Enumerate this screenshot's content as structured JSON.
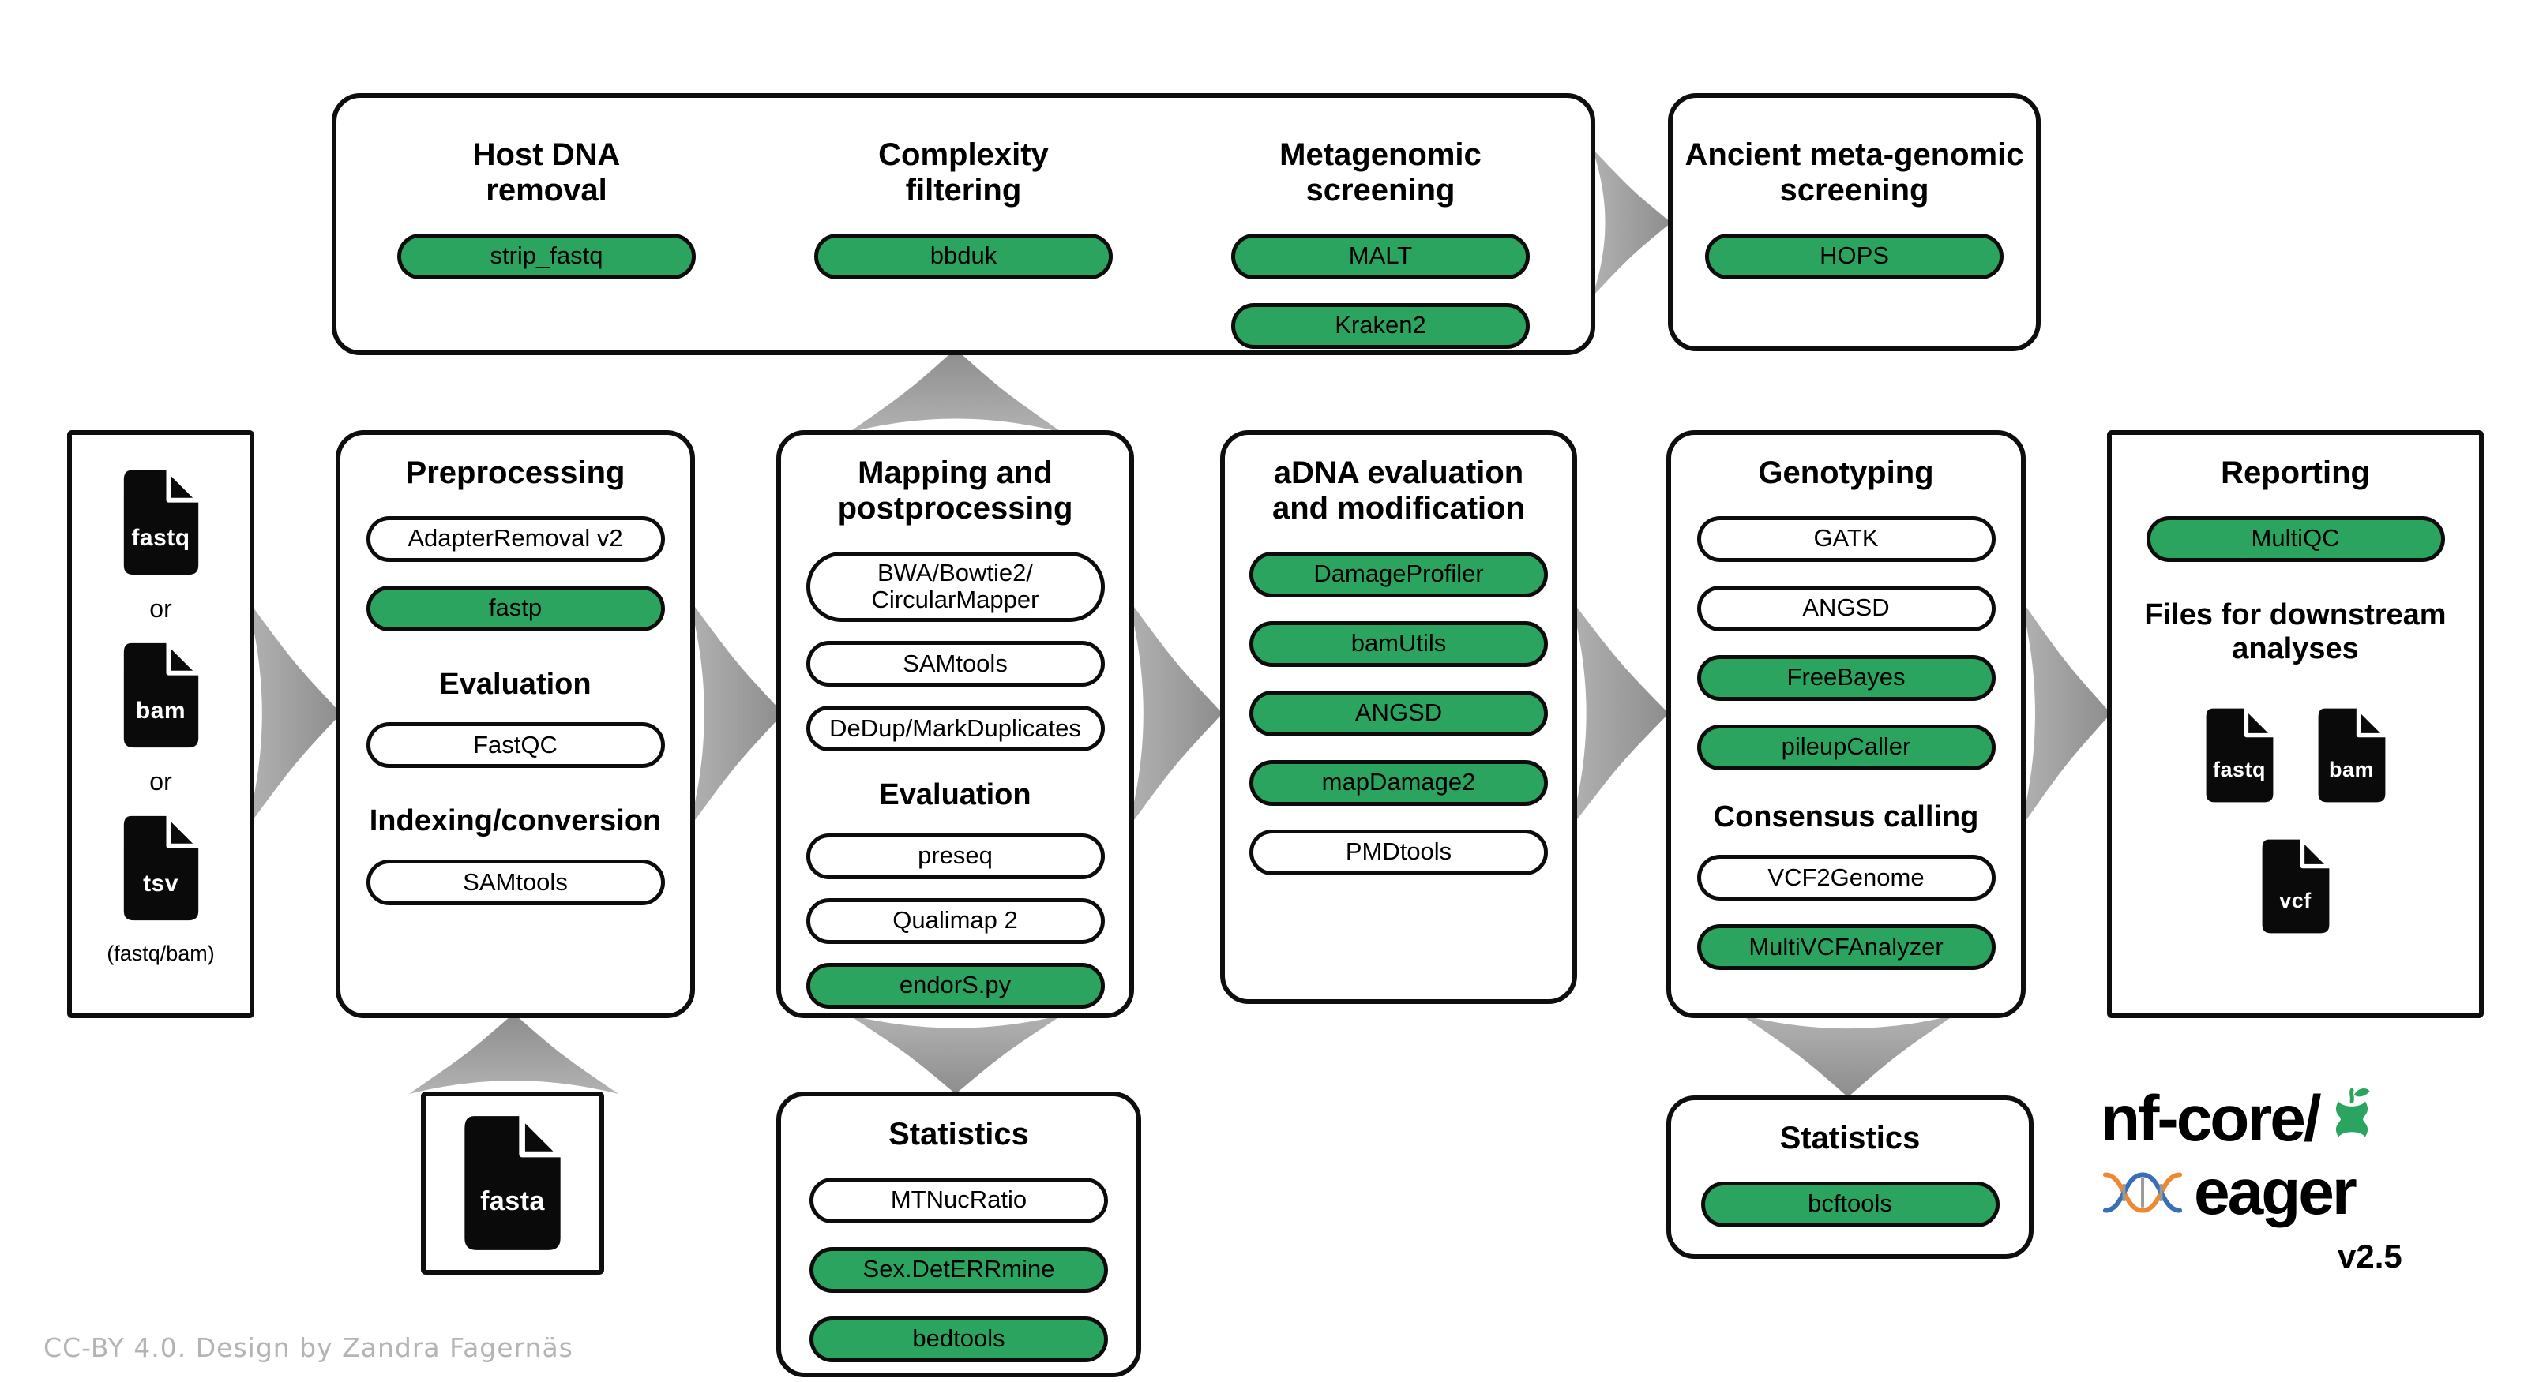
{
  "colors": {
    "green": "#2AA45F",
    "arrow_base": "#ABABAB",
    "arrow_tip": "#8E8E8E",
    "box_border": "#0E0E0E"
  },
  "credit": "CC-BY 4.0. Design by Zandra Fagernäs",
  "screening": {
    "host_dna": {
      "title": "Host DNA removal",
      "tools": [
        {
          "label": "strip_fastq",
          "style": "green"
        }
      ]
    },
    "complexity": {
      "title": "Complexity filtering",
      "tools": [
        {
          "label": "bbduk",
          "style": "green"
        }
      ]
    },
    "metagenomic": {
      "title": "Metagenomic screening",
      "tools": [
        {
          "label": "MALT",
          "style": "green"
        },
        {
          "label": "Kraken2",
          "style": "green"
        }
      ]
    },
    "ancient": {
      "title": "Ancient meta-genomic screening",
      "tools": [
        {
          "label": "HOPS",
          "style": "green"
        }
      ]
    }
  },
  "input": {
    "files": [
      "fastq",
      "bam",
      "tsv"
    ],
    "or_label": "or",
    "note": "(fastq/bam)"
  },
  "preprocessing": {
    "title": "Preprocessing",
    "tools": [
      {
        "label": "AdapterRemoval v2",
        "style": "white"
      },
      {
        "label": "fastp",
        "style": "green"
      }
    ],
    "evaluation_heading": "Evaluation",
    "evaluation_tools": [
      {
        "label": "FastQC",
        "style": "white"
      }
    ],
    "indexing_heading": "Indexing/conversion",
    "indexing_tools": [
      {
        "label": "SAMtools",
        "style": "white"
      }
    ]
  },
  "mapping": {
    "title": "Mapping and postprocessing",
    "tools": [
      {
        "label": "BWA/Bowtie2/ CircularMapper",
        "style": "white"
      },
      {
        "label": "SAMtools",
        "style": "white"
      },
      {
        "label": "DeDup/MarkDuplicates",
        "style": "white"
      }
    ],
    "evaluation_heading": "Evaluation",
    "evaluation_tools": [
      {
        "label": "preseq",
        "style": "white"
      },
      {
        "label": "Qualimap 2",
        "style": "white"
      },
      {
        "label": "endorS.py",
        "style": "green"
      }
    ]
  },
  "adna": {
    "title": "aDNA evaluation and modification",
    "tools": [
      {
        "label": "DamageProfiler",
        "style": "green"
      },
      {
        "label": "bamUtils",
        "style": "green"
      },
      {
        "label": "ANGSD",
        "style": "green"
      },
      {
        "label": "mapDamage2",
        "style": "green"
      },
      {
        "label": "PMDtools",
        "style": "white"
      }
    ]
  },
  "genotyping": {
    "title": "Genotyping",
    "tools": [
      {
        "label": "GATK",
        "style": "white"
      },
      {
        "label": "ANGSD",
        "style": "white"
      },
      {
        "label": "FreeBayes",
        "style": "green"
      },
      {
        "label": "pileupCaller",
        "style": "green"
      }
    ],
    "consensus_heading": "Consensus calling",
    "consensus_tools": [
      {
        "label": "VCF2Genome",
        "style": "white"
      },
      {
        "label": "MultiVCFAnalyzer",
        "style": "green"
      }
    ]
  },
  "reporting": {
    "title": "Reporting",
    "tools": [
      {
        "label": "MultiQC",
        "style": "green"
      }
    ],
    "downstream_heading": "Files for downstream analyses",
    "files": [
      "fastq",
      "bam",
      "vcf"
    ]
  },
  "fasta_input": {
    "file": "fasta"
  },
  "statistics_mapping": {
    "title": "Statistics",
    "tools": [
      {
        "label": "MTNucRatio",
        "style": "white"
      },
      {
        "label": "Sex.DetERRmine",
        "style": "green"
      },
      {
        "label": "bedtools",
        "style": "green"
      }
    ]
  },
  "statistics_genotyping": {
    "title": "Statistics",
    "tools": [
      {
        "label": "bcftools",
        "style": "green"
      }
    ]
  },
  "logo": {
    "brand": "nf-core/",
    "pipeline": "eager",
    "version": "v2.5"
  }
}
